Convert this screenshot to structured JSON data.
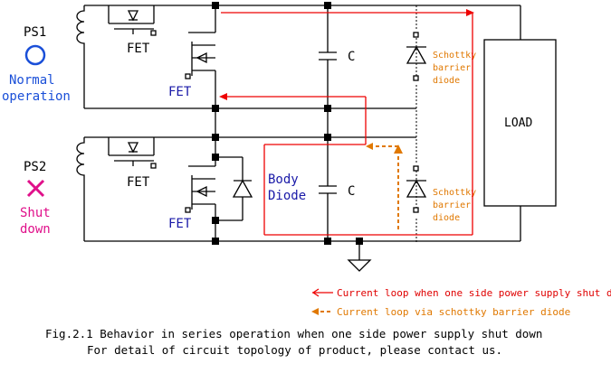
{
  "labels": {
    "ps1": "PS1",
    "ps1_status_line1": "Normal",
    "ps1_status_line2": "operation",
    "ps2": "PS2",
    "ps2_status_line1": "Shut",
    "ps2_status_line2": "down",
    "fet": "FET",
    "capacitor": "C",
    "body_diode_line1": "Body",
    "body_diode_line2": "Diode",
    "schottky_line1": "Schottky",
    "schottky_line2": "barrier",
    "schottky_line3": "diode",
    "load": "LOAD"
  },
  "legend": {
    "red_loop": "Current loop when one side power supply shut down",
    "orange_loop": "Current loop via schottky barrier diode"
  },
  "caption": {
    "line1": "Fig.2.1 Behavior in series operation when one side power supply shut down",
    "line2": "For detail of circuit topology of product, please contact us."
  },
  "colors": {
    "normal_symbol": "#1a4fd8",
    "shutdown_symbol": "#e0108a",
    "red_loop": "#ee0000",
    "orange_loop": "#e07800"
  }
}
